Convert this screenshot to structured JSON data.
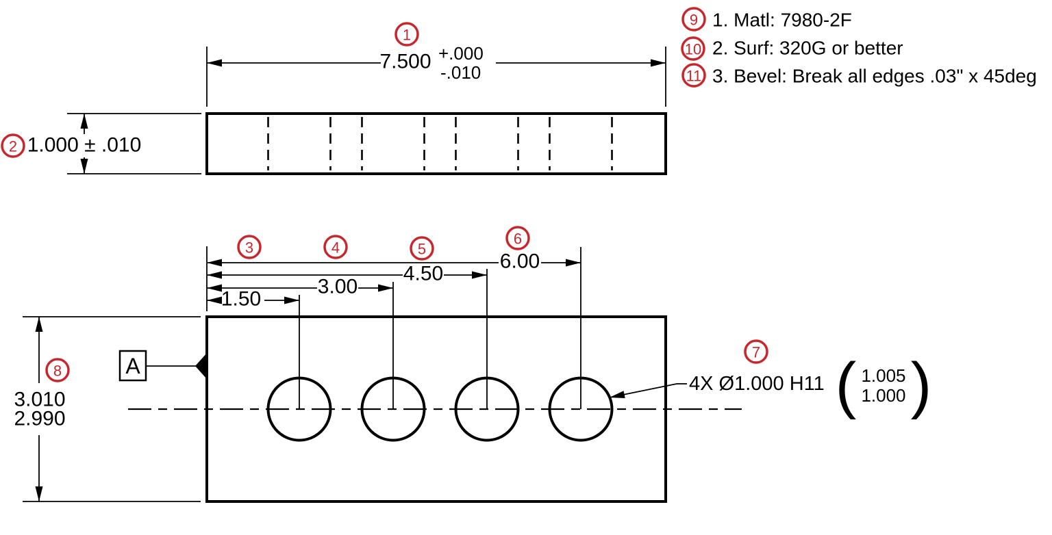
{
  "drawing": {
    "balloons": [
      "1",
      "2",
      "3",
      "4",
      "5",
      "6",
      "7",
      "8",
      "9",
      "10",
      "11"
    ],
    "dimensions": {
      "overall_length": "7.500",
      "overall_length_tol_upper": "+.000",
      "overall_length_tol_lower": "-.010",
      "thickness": "1.000 ± .010",
      "hole_spacing_1": "1.50",
      "hole_spacing_2": "3.00",
      "hole_spacing_3": "4.50",
      "hole_spacing_4": "6.00",
      "height_upper_limit": "3.010",
      "height_lower_limit": "2.990",
      "hole_callout": "4X Ø1.000 H11",
      "hole_limit_upper": "1.005",
      "hole_limit_lower": "1.000",
      "limits_paren_open": "(",
      "limits_paren_close": ")"
    },
    "datum": {
      "label": "A"
    },
    "notes": [
      "1. Matl: 7980-2F",
      "2. Surf: 320G or better",
      "3. Bevel: Break all edges .03\" x 45deg"
    ],
    "colors": {
      "balloon_red": "#c9262b",
      "ink": "#000000",
      "background": "#ffffff"
    }
  }
}
